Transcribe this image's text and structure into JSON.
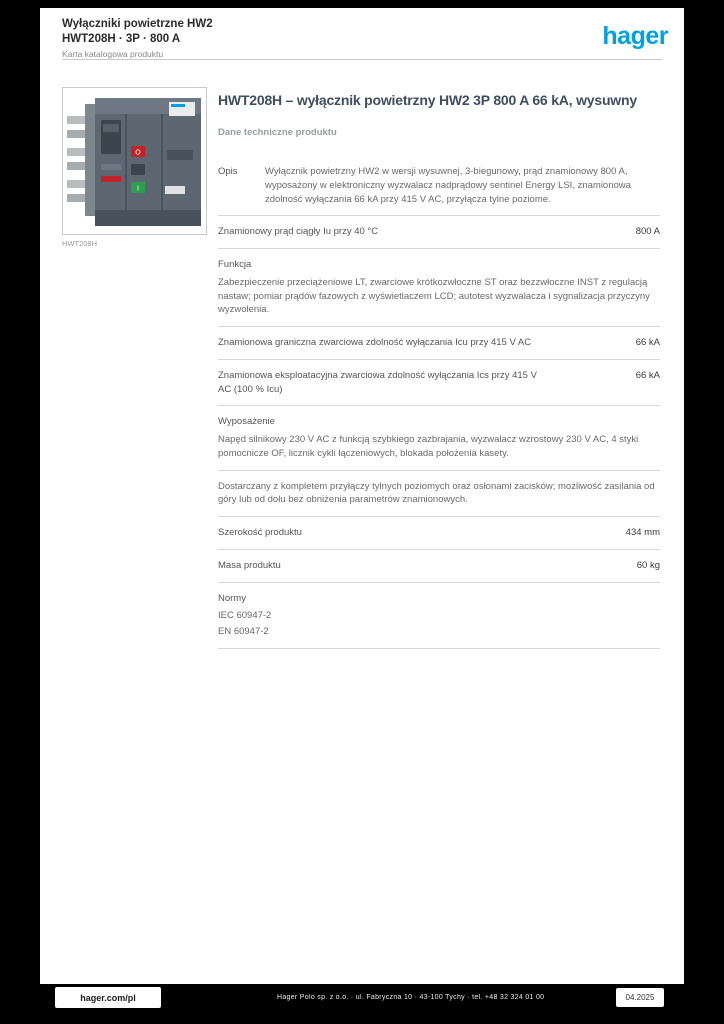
{
  "colors": {
    "brand_blue": "#00A0E4",
    "title_color": "#3F4E5E"
  },
  "header": {
    "line1": "Wyłączniki powietrzne HW2",
    "line2": "HWT208H · 3P · 800 A",
    "line3": "Karta katalogowa produktu",
    "logo": "hager"
  },
  "product": {
    "title": "HWT208H – wyłącznik powietrzny HW2 3P 800 A 66 kA, wysuwny",
    "section_title": "Dane techniczne produktu",
    "image_caption": "HWT208H"
  },
  "specs": {
    "rows": [
      {
        "layout": "side",
        "label": "Opis",
        "value": "Wyłącznik powietrzny HW2 w wersji wysuwnej, 3-biegunowy, prąd znamionowy 800 A, wyposażony w elektroniczny wyzwalacz nadprądowy sentinel Energy LSI, znamionowa zdolność wyłączania 66 kA przy 415 V AC, przyłącza tylne poziome."
      },
      {
        "layout": "inline",
        "label": "Znamionowy prąd ciągły Iu przy 40 °C",
        "value": "800 A"
      },
      {
        "layout": "block",
        "label": "Funkcja",
        "value": "Zabezpieczenie przeciążeniowe LT, zwarciowe krótkozwłoczne ST oraz bezzwłoczne INST z regulacją nastaw; pomiar prądów fazowych z wyświetlaczem LCD; autotest wyzwalacza i sygnalizacja przyczyny wyzwolenia."
      },
      {
        "layout": "inline",
        "label": "Znamionowa graniczna zwarciowa zdolność wyłączania Icu przy 415 V AC",
        "value": "66 kA"
      },
      {
        "layout": "inline",
        "label": "Znamionowa eksploatacyjna zwarciowa zdolność wyłączania Ics przy 415 V AC (100 % Icu)",
        "value": "66 kA"
      },
      {
        "layout": "block",
        "label": "Wyposażenie",
        "value": "Napęd silnikowy 230 V AC z funkcją szybkiego zazbrajania, wyzwalacz wzrostowy 230 V AC, 4 styki pomocnicze OF, licznik cykli łączeniowych, blokada położenia kasety."
      },
      {
        "layout": "note",
        "value": "Dostarczany z kompletem przyłączy tylnych poziomych oraz osłonami zacisków; możliwość zasilania od góry lub od dołu bez obniżenia parametrów znamionowych."
      },
      {
        "layout": "inline",
        "label": "Szerokość produktu",
        "value": "434 mm"
      },
      {
        "layout": "inline",
        "label": "Masa produktu",
        "value": "60 kg"
      },
      {
        "layout": "stack",
        "label": "Normy",
        "values": [
          "IEC 60947-2",
          "EN 60947-2"
        ]
      }
    ]
  },
  "footer": {
    "website": "hager.com/pl",
    "address": "Hager Polo sp. z o.o. · ul. Fabryczna 10 · 43-100 Tychy · tel. +48 32 324 01 00",
    "date": "04.2025"
  }
}
